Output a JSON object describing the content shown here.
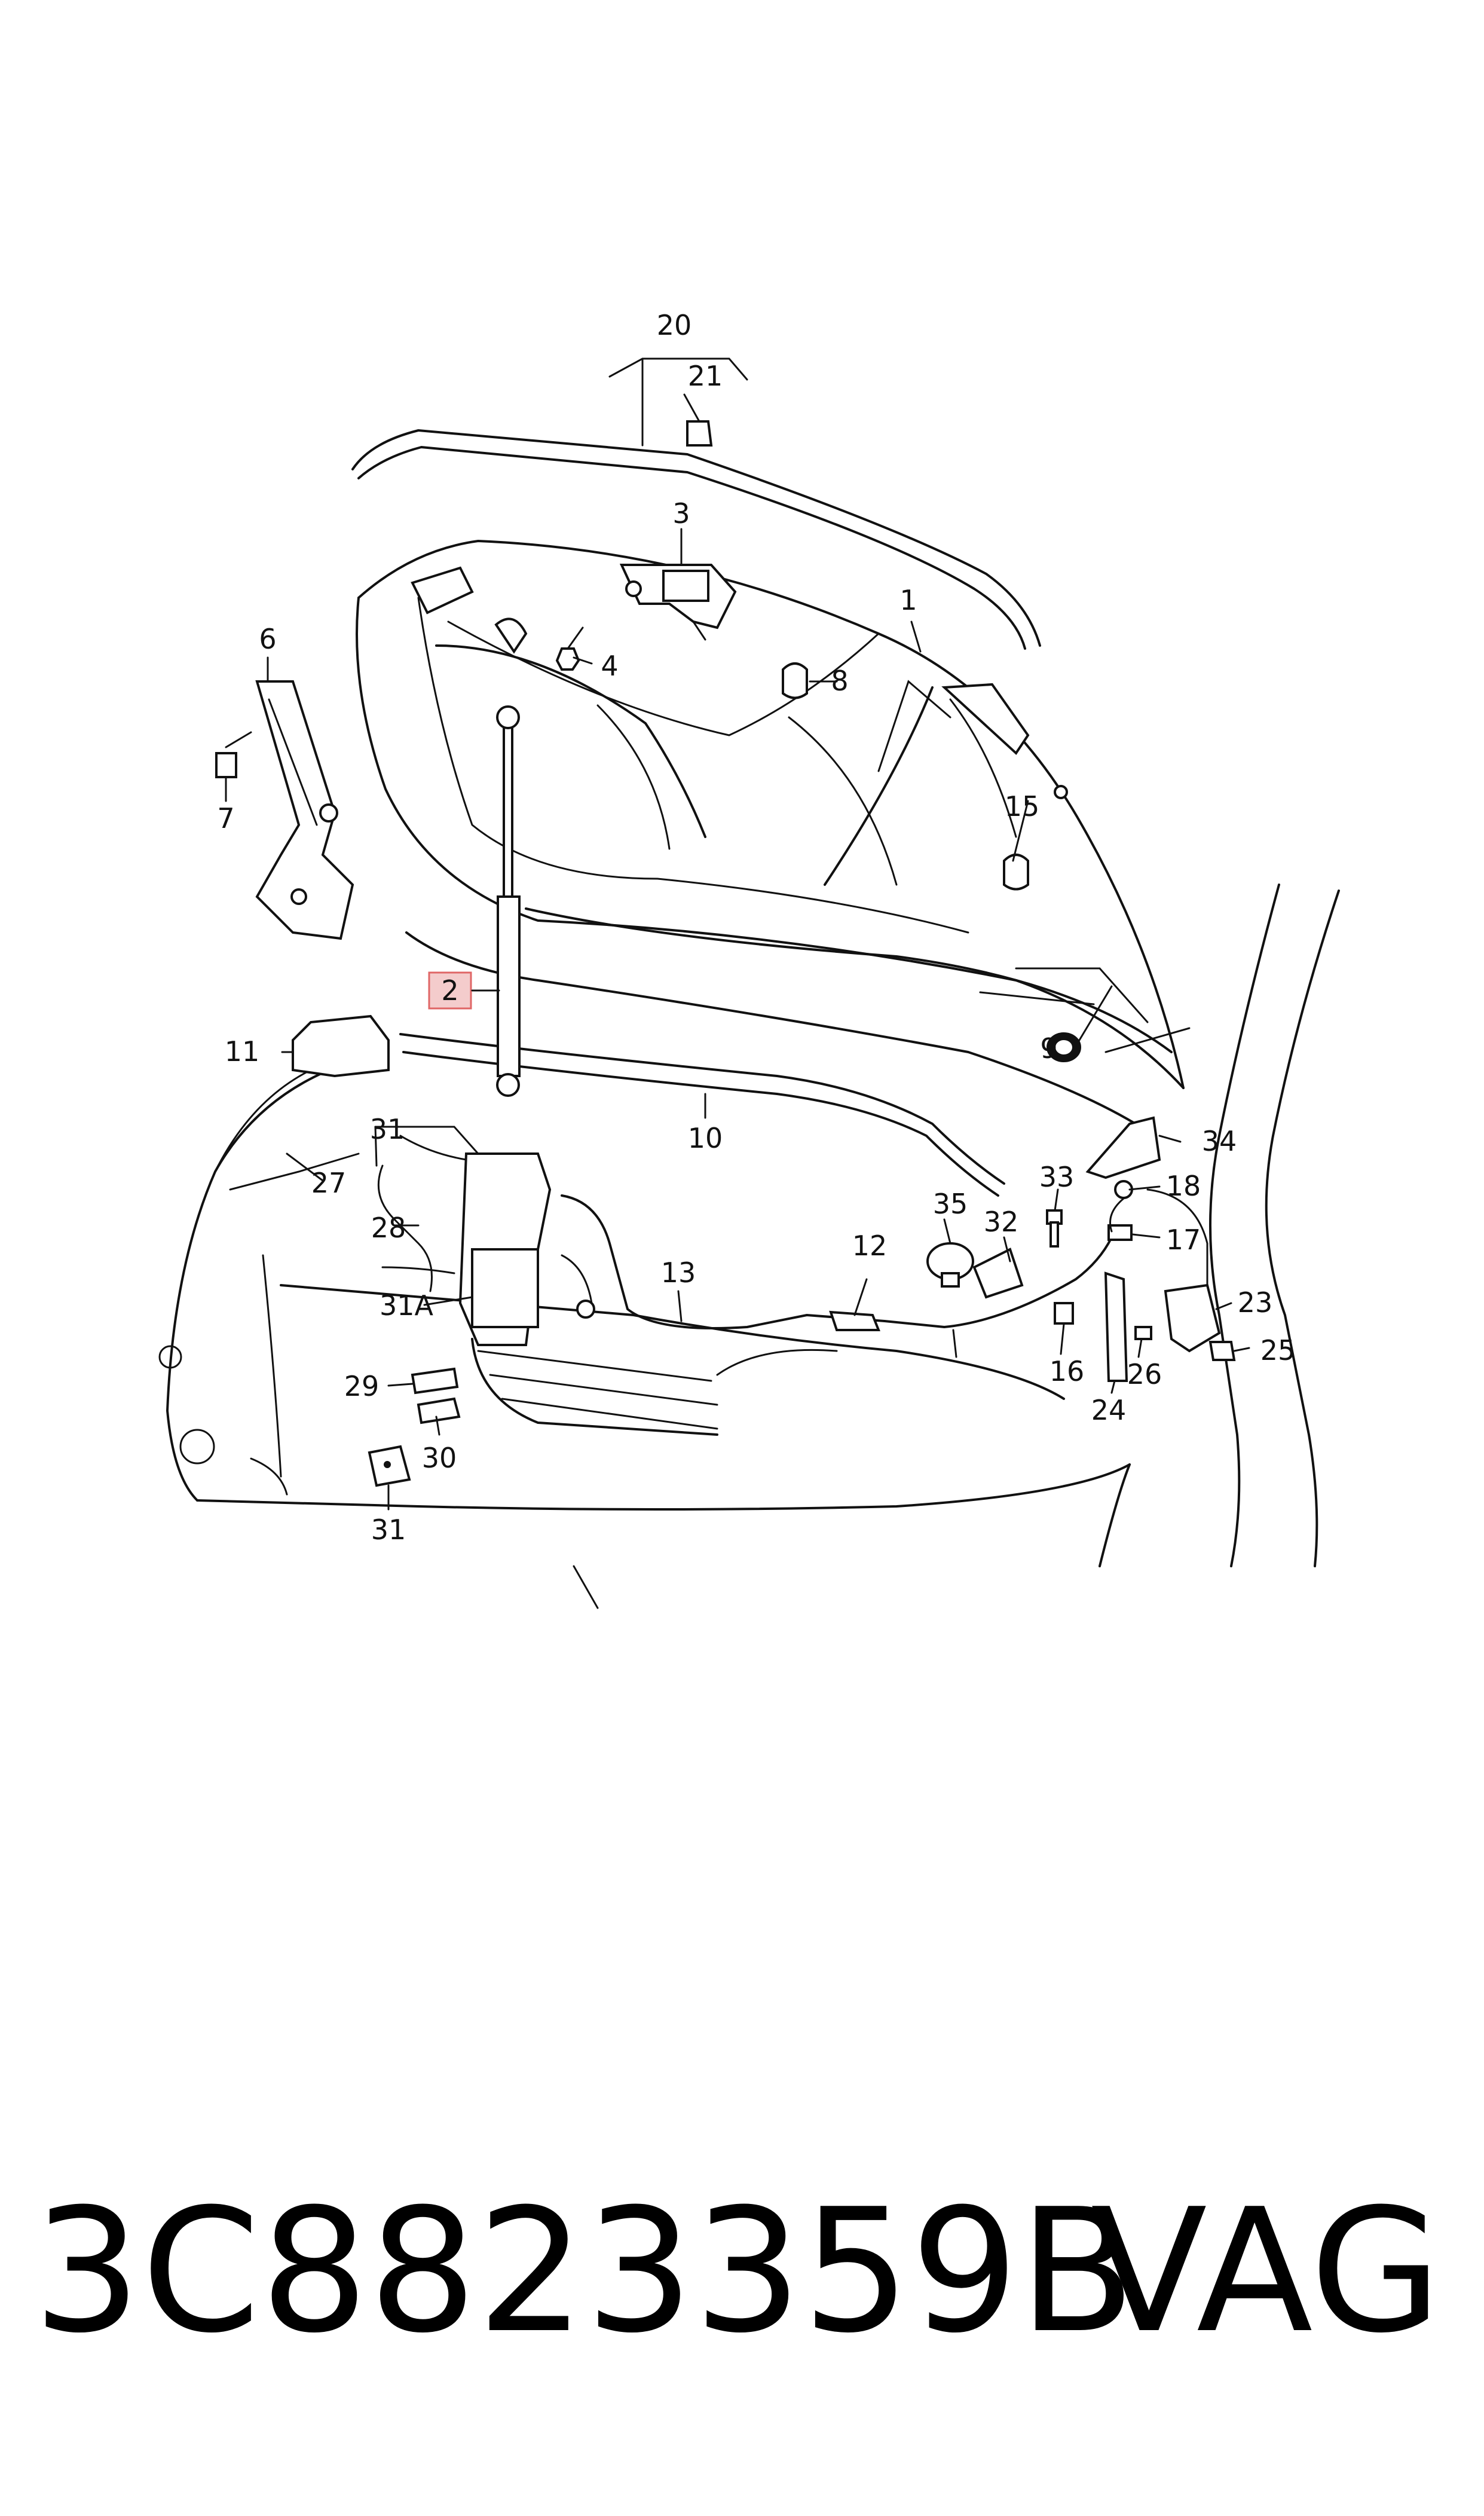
{
  "diagram": {
    "highlight_color": "#f4cccc",
    "line_color": "#111111",
    "labels": {
      "l20": "20",
      "l21": "21",
      "l3": "3",
      "l1": "1",
      "l4": "4",
      "l8": "8",
      "l6": "6",
      "l7": "7",
      "l15": "15",
      "l2": "2",
      "l9": "9",
      "l11": "11",
      "l10": "10",
      "l34": "34",
      "l31a": "31",
      "l27": "27",
      "l33": "33",
      "l18": "18",
      "l35": "35",
      "l32": "32",
      "l28": "28",
      "l13": "13",
      "l12": "12",
      "l17": "17",
      "l31A": "31A",
      "l23": "23",
      "l25": "25",
      "l16": "16",
      "l26": "26",
      "l24": "24",
      "l29": "29",
      "l30": "30",
      "l31b": "31"
    }
  },
  "footer": {
    "part_number": "3C8823359B",
    "brand": "VAG"
  }
}
